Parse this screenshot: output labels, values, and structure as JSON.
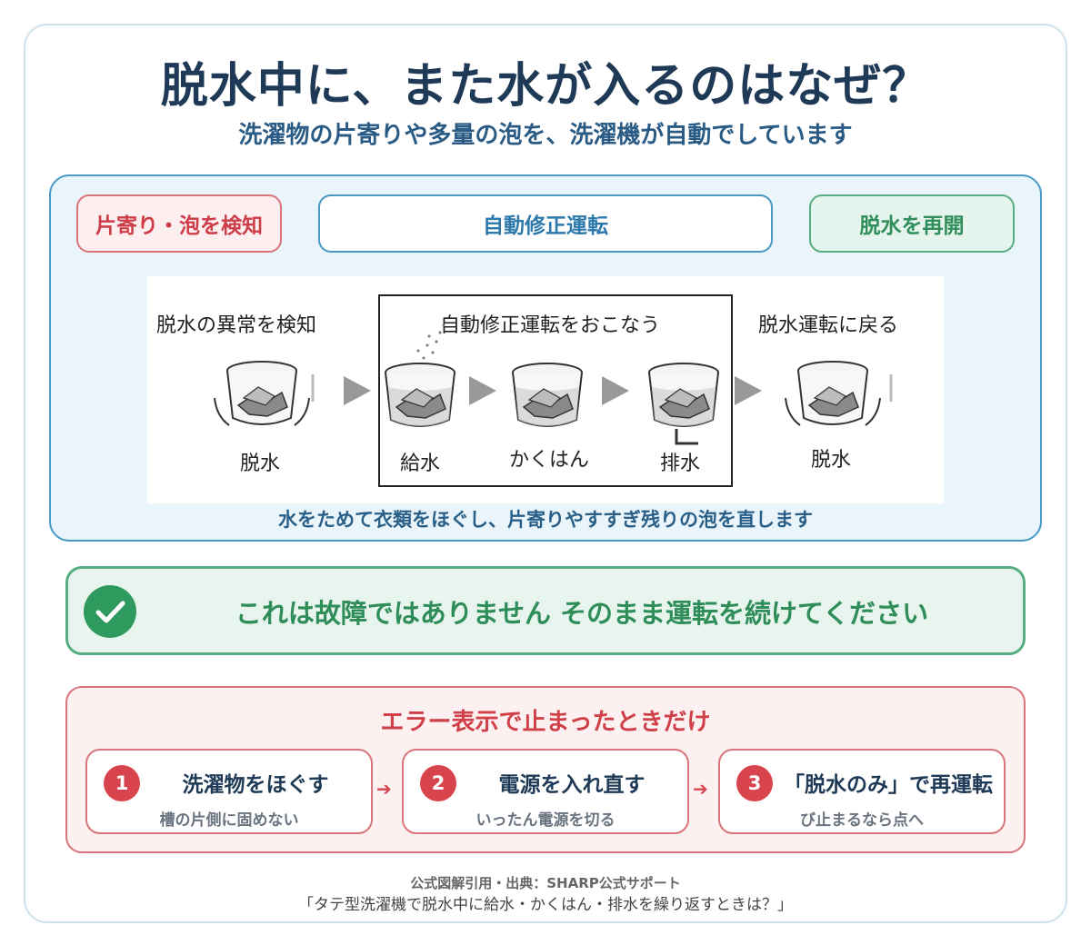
{
  "header": {
    "title": "脱水中に、また水が入るのはなぜ？",
    "subtitle": "洗濯物の片寄りや多量の泡を、洗濯機が自動でしています"
  },
  "stages": {
    "detect": "片寄り・泡を検知",
    "correct": "自動修正運転",
    "resume": "脱水を再開"
  },
  "illustration": {
    "top_labels": {
      "detect": "脱水の異常を検知",
      "process": "自動修正運転をおこなう",
      "return": "脱水運転に戻る"
    },
    "steps": [
      "脱水",
      "給水",
      "かくはん",
      "排水",
      "脱水"
    ]
  },
  "flow_caption": "水をためて衣類をほぐし、片寄りやすすぎ残りの泡を直します",
  "ok_banner": {
    "icon": "check-icon",
    "text": "これは故障ではありません そのまま運転を続けてください"
  },
  "error_section": {
    "title": "エラー表示で止まったときだけ",
    "steps": [
      {
        "num": "1",
        "title": "洗濯物をほぐす",
        "sub": "槽の片側に固めない"
      },
      {
        "num": "2",
        "title": "電源を入れ直す",
        "sub": "いったん電源を切る"
      },
      {
        "num": "3",
        "title": "「脱水のみ」で再運転",
        "sub": "び止まるなら点へ"
      }
    ]
  },
  "credit": {
    "line1": "公式図解引用・出典：SHARP公式サポート",
    "line2": "「タテ型洗濯機で脱水中に給水・かくはん・排水を繰り返すときは？」"
  },
  "colors": {
    "blue_accent": "#4a98c6",
    "green_accent": "#2f9a5e",
    "red_accent": "#d7444d",
    "navy_text": "#1e3a56"
  }
}
